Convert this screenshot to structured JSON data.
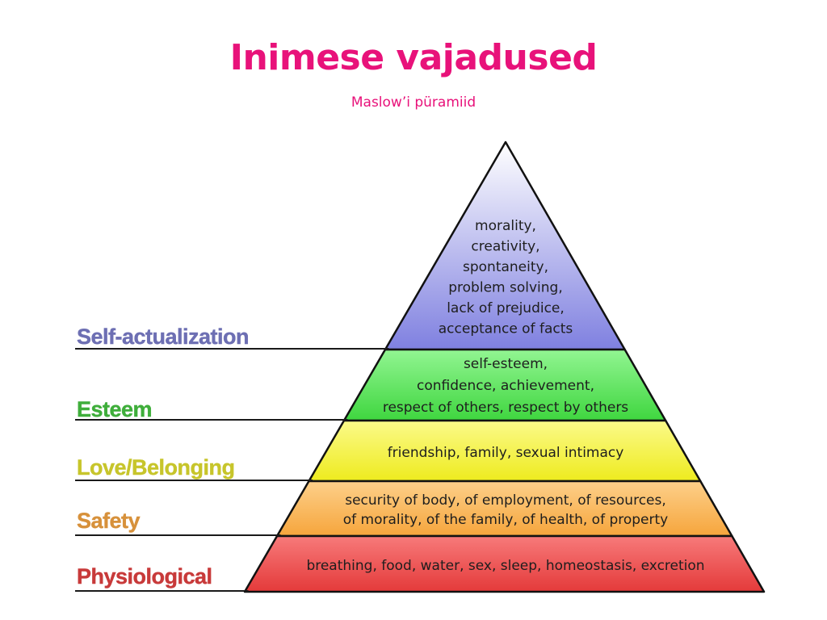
{
  "slide": {
    "title": "Inimese vajadused",
    "subtitle": "Maslow’i püramiid",
    "title_color": "#e8127a"
  },
  "pyramid": {
    "levels": [
      {
        "id": "self-actualization",
        "label": "Self-actualization",
        "label_color": "#6d6fb3",
        "fill_color": "#8d8fe6",
        "lines": [
          "morality,",
          "creativity,",
          "spontaneity,",
          "problem solving,",
          "lack of prejudice,",
          "acceptance of facts"
        ]
      },
      {
        "id": "esteem",
        "label": "Esteem",
        "label_color": "#3fae3b",
        "fill_color": "#4be04b",
        "lines": [
          "self-esteem,",
          "confidence, achievement,",
          "respect of others, respect by others"
        ]
      },
      {
        "id": "love-belonging",
        "label": "Love/Belonging",
        "label_color": "#c7c52b",
        "fill_color": "#f6f33a",
        "lines": [
          "friendship, family, sexual intimacy"
        ]
      },
      {
        "id": "safety",
        "label": "Safety",
        "label_color": "#d7913b",
        "fill_color": "#f8b24f",
        "lines": [
          "security of body, of employment, of resources,",
          "of morality, of the family, of health, of property"
        ]
      },
      {
        "id": "physiological",
        "label": "Physiological",
        "label_color": "#c83a3a",
        "fill_color": "#f05151",
        "lines": [
          "breathing, food, water, sex, sleep, homeostasis, excretion"
        ]
      }
    ]
  }
}
